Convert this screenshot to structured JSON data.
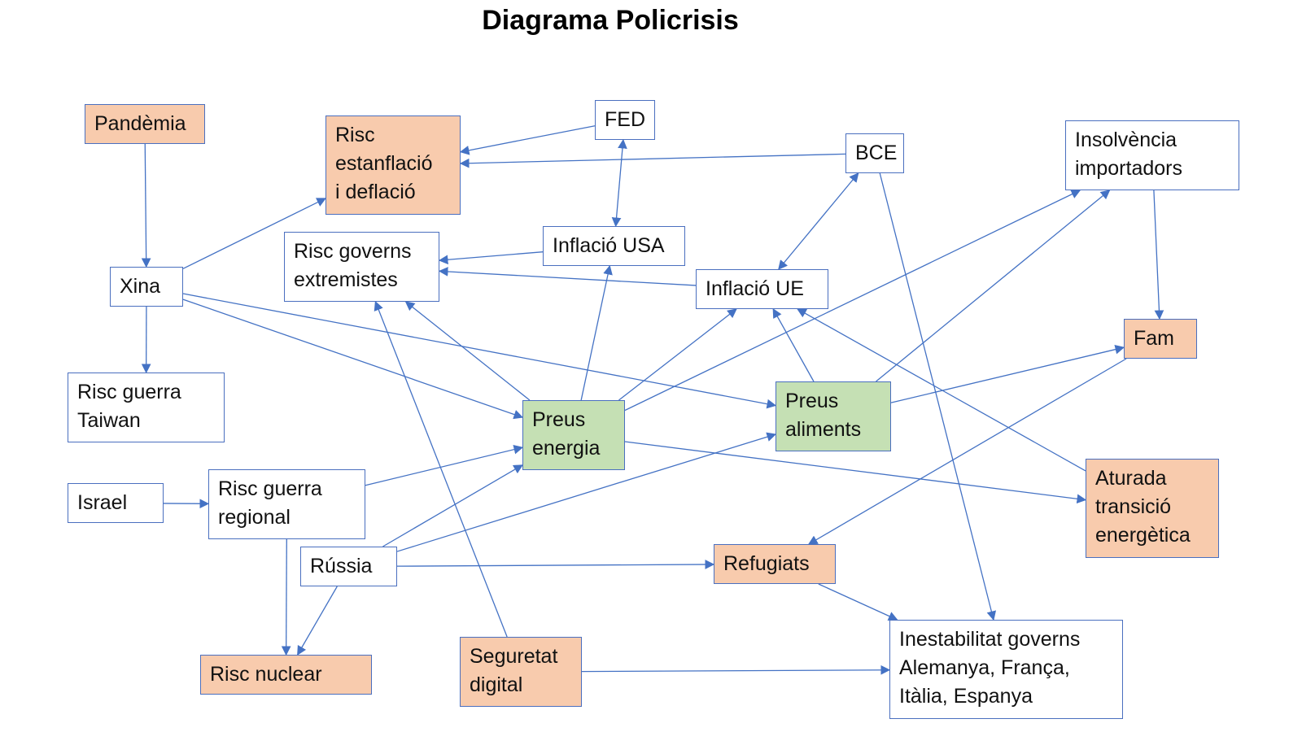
{
  "title": "Diagrama Policrisis",
  "colors": {
    "orange": "#f8cbad",
    "green": "#c5e0b4",
    "white": "#ffffff",
    "line": "#4472c4"
  },
  "nodes": {
    "pandemia": {
      "label": "Pandèmia",
      "fill": "orange"
    },
    "risc_estanflacio": {
      "label": "Risc\nestanflació\ni deflació",
      "fill": "orange"
    },
    "fed": {
      "label": "FED",
      "fill": "white"
    },
    "bce": {
      "label": "BCE",
      "fill": "white"
    },
    "insolvencia": {
      "label": "Insolvència\nimportadors",
      "fill": "white"
    },
    "xina": {
      "label": "Xina",
      "fill": "white"
    },
    "risc_governs": {
      "label": "Risc governs\nextremistes",
      "fill": "white"
    },
    "inflacio_usa": {
      "label": "Inflació USA",
      "fill": "white"
    },
    "inflacio_ue": {
      "label": "Inflació UE",
      "fill": "white"
    },
    "fam": {
      "label": "Fam",
      "fill": "orange"
    },
    "risc_taiwan": {
      "label": "Risc guerra\nTaiwan",
      "fill": "white"
    },
    "preus_energia": {
      "label": "Preus\nenergia",
      "fill": "green"
    },
    "preus_aliments": {
      "label": "Preus\naliments",
      "fill": "green"
    },
    "israel": {
      "label": "Israel",
      "fill": "white"
    },
    "risc_regional": {
      "label": "Risc guerra\nregional",
      "fill": "white"
    },
    "aturada": {
      "label": "Aturada\ntransició\nenergètica",
      "fill": "orange"
    },
    "russia": {
      "label": "Rússia",
      "fill": "white"
    },
    "refugiats": {
      "label": "Refugiats",
      "fill": "orange"
    },
    "risc_nuclear": {
      "label": "Risc nuclear",
      "fill": "orange"
    },
    "seguretat": {
      "label": "Seguretat\ndigital",
      "fill": "orange"
    },
    "inestabilitat": {
      "label": "Inestabilitat governs\nAlemanya, França,\nItàlia, Espanya",
      "fill": "white"
    }
  },
  "edges": [
    {
      "from": "pandemia",
      "to": "xina"
    },
    {
      "from": "xina",
      "to": "risc_taiwan"
    },
    {
      "from": "xina",
      "to": "risc_estanflacio"
    },
    {
      "from": "xina",
      "to": "preus_energia"
    },
    {
      "from": "xina",
      "to": "preus_aliments"
    },
    {
      "from": "fed",
      "to": "risc_estanflacio"
    },
    {
      "from": "bce",
      "to": "risc_estanflacio"
    },
    {
      "from": "fed",
      "to": "inflacio_usa",
      "both": true
    },
    {
      "from": "bce",
      "to": "inflacio_ue",
      "both": true
    },
    {
      "from": "bce",
      "to": "inestabilitat"
    },
    {
      "from": "inflacio_usa",
      "to": "risc_governs"
    },
    {
      "from": "inflacio_ue",
      "to": "risc_governs"
    },
    {
      "from": "preus_energia",
      "to": "inflacio_usa"
    },
    {
      "from": "preus_energia",
      "to": "inflacio_ue"
    },
    {
      "from": "preus_energia",
      "to": "risc_governs"
    },
    {
      "from": "preus_energia",
      "to": "insolvencia"
    },
    {
      "from": "preus_energia",
      "to": "aturada"
    },
    {
      "from": "preus_aliments",
      "to": "inflacio_ue"
    },
    {
      "from": "preus_aliments",
      "to": "insolvencia"
    },
    {
      "from": "preus_aliments",
      "to": "fam"
    },
    {
      "from": "insolvencia",
      "to": "fam"
    },
    {
      "from": "fam",
      "to": "refugiats"
    },
    {
      "from": "aturada",
      "to": "inflacio_ue"
    },
    {
      "from": "israel",
      "to": "risc_regional"
    },
    {
      "from": "risc_regional",
      "to": "preus_energia"
    },
    {
      "from": "risc_regional",
      "to": "risc_nuclear"
    },
    {
      "from": "russia",
      "to": "preus_energia"
    },
    {
      "from": "russia",
      "to": "preus_aliments"
    },
    {
      "from": "russia",
      "to": "refugiats"
    },
    {
      "from": "russia",
      "to": "risc_nuclear"
    },
    {
      "from": "refugiats",
      "to": "inestabilitat"
    },
    {
      "from": "seguretat",
      "to": "risc_governs"
    },
    {
      "from": "seguretat",
      "to": "inestabilitat"
    }
  ]
}
